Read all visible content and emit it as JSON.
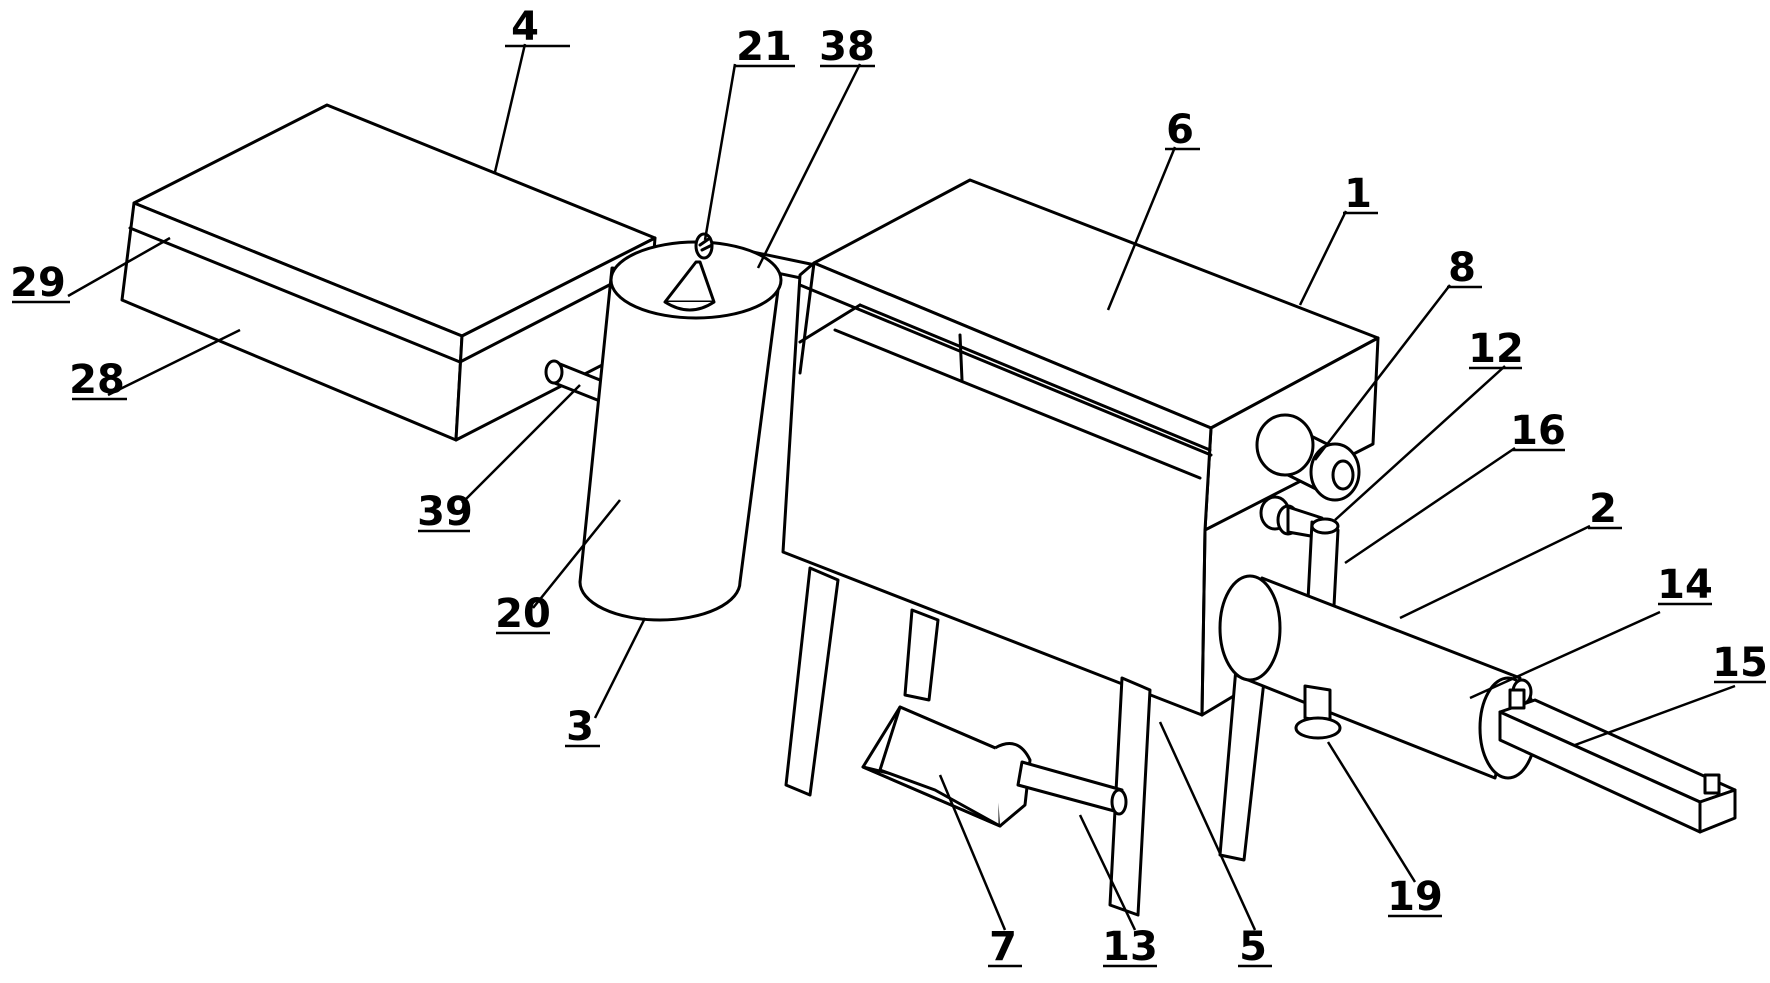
{
  "labels": {
    "l1": "1",
    "l2": "2",
    "l3": "3",
    "l4": "4",
    "l5": "5",
    "l6": "6",
    "l7": "7",
    "l8": "8",
    "l12": "12",
    "l13": "13",
    "l14": "14",
    "l15": "15",
    "l16": "16",
    "l19": "19",
    "l20": "20",
    "l21": "21",
    "l28": "28",
    "l29": "29",
    "l38": "38",
    "l39": "39"
  }
}
